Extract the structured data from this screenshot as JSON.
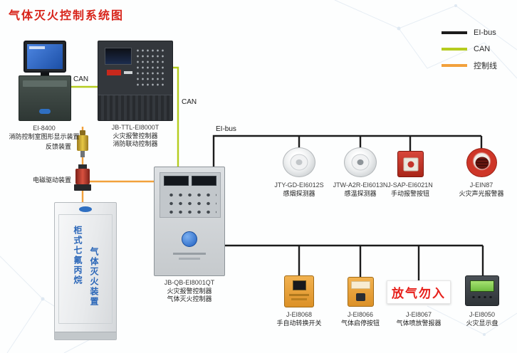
{
  "title": "气体灭火控制系统图",
  "legend": {
    "items": [
      {
        "label": "EI-bus",
        "color": "#1c1c1c"
      },
      {
        "label": "CAN",
        "color": "#b5cc1f"
      },
      {
        "label": "控制线",
        "color": "#f2a13c"
      }
    ]
  },
  "bus_labels": {
    "ei_bus": "EI-bus",
    "can_horizontal": "CAN",
    "can_vertical": "CAN"
  },
  "devices": {
    "graphic_display": {
      "model": "EI-8400",
      "name": "消防控制室图形显示装置"
    },
    "fire_alarm_controller": {
      "model": "JB-TTL-EI8000T",
      "line1": "火灾报警控制器",
      "line2": "消防联动控制器"
    },
    "feedback_device": {
      "name": "反馈装置"
    },
    "solenoid_drive": {
      "name": "电磁驱动装置"
    },
    "gas_cabinet": {
      "name_col1": "柜式七氟丙烷",
      "name_col2": "气体灭火装置"
    },
    "gas_controller": {
      "model": "JB-QB-EI8001QT",
      "line1": "火灾报警控制器",
      "line2": "气体灭火控制器"
    },
    "smoke_detector": {
      "model": "JTY-GD-EI6012S",
      "name": "感烟探测器"
    },
    "heat_detector": {
      "model": "JTW-A2R-EI6013N",
      "name": "感温探测器"
    },
    "manual_call_point": {
      "model": "J-SAP-EI6021N",
      "name": "手动报警按钮"
    },
    "sound_light_alarm": {
      "model": "J-EIN87",
      "name": "火灾声光报警器"
    },
    "auto_manual_switch": {
      "model": "J-EI8068",
      "name": "手自动转换开关"
    },
    "gas_start_stop": {
      "model": "J-EI8066",
      "name": "气体启停按钮"
    },
    "discharge_alarm": {
      "model": "J-EI8067",
      "name": "气体喷放警报器",
      "sign_text": "放气勿入"
    },
    "fire_display_panel": {
      "model": "J-EI8050",
      "name": "火灾显示盘"
    }
  }
}
